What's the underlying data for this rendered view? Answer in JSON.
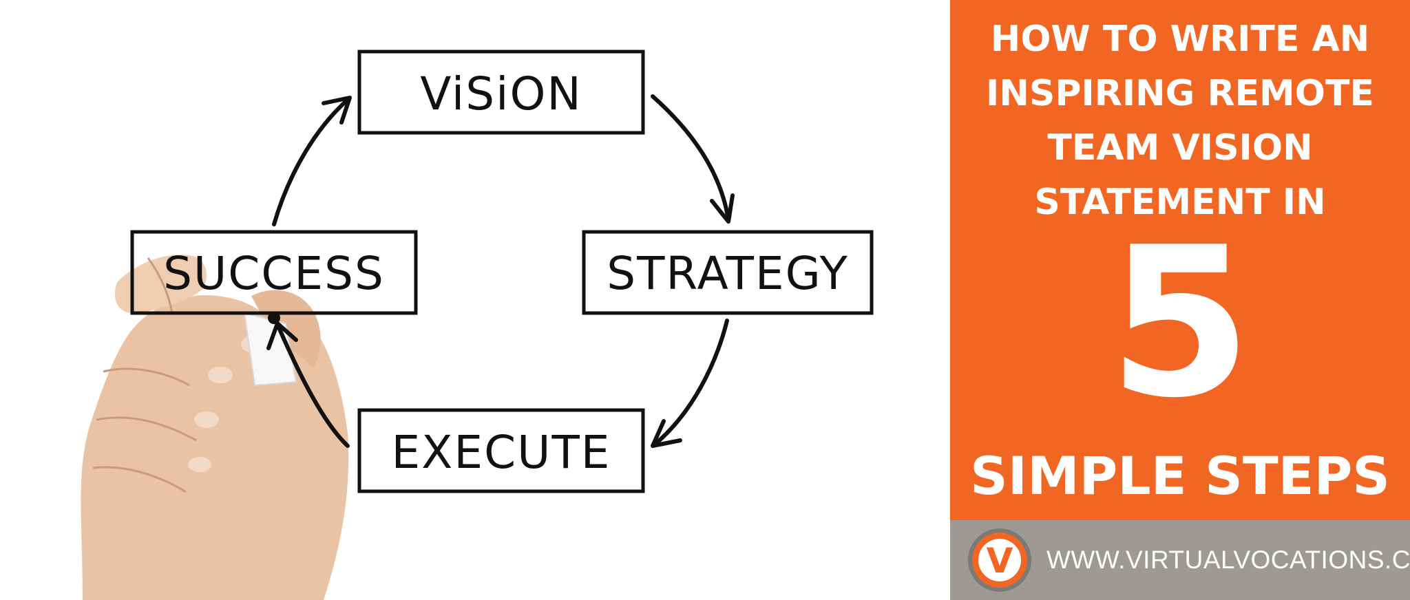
{
  "diagram": {
    "boxes": [
      {
        "key": "vision",
        "label": "ViSiON"
      },
      {
        "key": "strategy",
        "label": "STRATEGY"
      },
      {
        "key": "execute",
        "label": "EXECUTE"
      },
      {
        "key": "success",
        "label": "SUCCESS"
      }
    ]
  },
  "panel": {
    "headline_lines": [
      "HOW TO WRITE AN",
      "INSPIRING REMOTE",
      "TEAM VISION",
      "STATEMENT IN"
    ],
    "number": "5",
    "subtitle": "SIMPLE STEPS",
    "logo_letter": "V",
    "url": "WWW.VIRTUALVOCATIONS.COM"
  },
  "colors": {
    "accent": "#f16622",
    "footer": "#9d9a96",
    "ink": "#111111",
    "text_on_accent": "#ffffff"
  }
}
